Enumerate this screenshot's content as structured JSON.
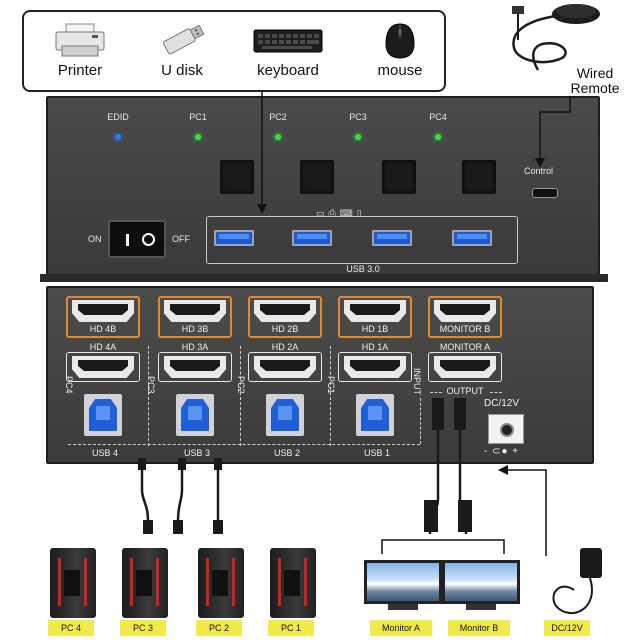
{
  "peripherals": {
    "items": [
      {
        "label": "Printer",
        "icon": "printer-icon"
      },
      {
        "label": "U disk",
        "icon": "usb-drive-icon"
      },
      {
        "label": "keyboard",
        "icon": "keyboard-icon"
      },
      {
        "label": "mouse",
        "icon": "mouse-icon"
      }
    ]
  },
  "remote": {
    "label_line1": "Wired",
    "label_line2": "Remote"
  },
  "front_panel": {
    "edid_label": "EDID",
    "pc_labels": [
      "PC1",
      "PC2",
      "PC3",
      "PC4"
    ],
    "switch_on": "ON",
    "switch_off": "OFF",
    "usb_label": "USB 3.0",
    "control_label": "Control",
    "colors": {
      "edid_led": "#2a7bff",
      "pc_led": "#39e048",
      "usb_port": "#1e5bd0"
    }
  },
  "back_panel": {
    "hdmi_top": [
      "HD 4B",
      "HD 3B",
      "HD 2B",
      "HD 1B"
    ],
    "hdmi_bottom": [
      "HD 4A",
      "HD 3A",
      "HD 2A",
      "HD 1A"
    ],
    "side_labels": [
      "PC4",
      "PC3",
      "PC2",
      "PC1"
    ],
    "input_label": "INPUT",
    "usb_labels": [
      "USB 4",
      "USB 3",
      "USB 2",
      "USB 1"
    ],
    "monitor_b": "MONITOR B",
    "monitor_a": "MONITOR A",
    "output_label": "OUTPUT",
    "dc_label": "DC/12V",
    "dc_symbol": "- ⊂● +",
    "colors": {
      "hdmi_highlight": "#e48a2a",
      "usb_b": "#1f5fd8"
    }
  },
  "devices": {
    "pcs": [
      "PC 4",
      "PC 3",
      "PC 2",
      "PC 1"
    ],
    "monitors": [
      "Monitor A",
      "Monitor B"
    ],
    "power": "DC/12V",
    "label_color": "#f2ea4a"
  }
}
